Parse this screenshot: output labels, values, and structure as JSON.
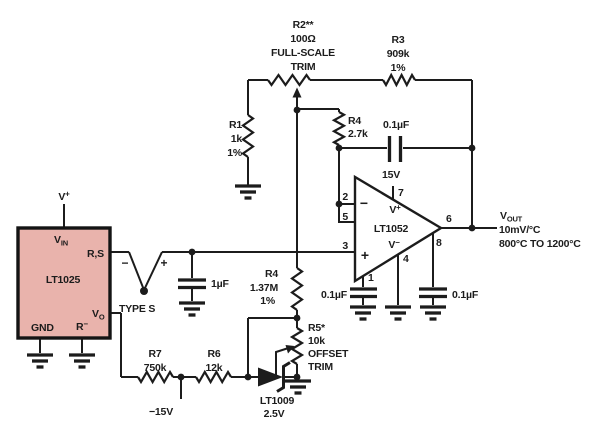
{
  "colors": {
    "background": "#ffffff",
    "wire": "#1c1c1c",
    "lt1025_fill": "#e9b3ac",
    "lt1025_stroke": "#141414",
    "text": "#1c1c1c"
  },
  "supplies": {
    "vplus_base": "V",
    "vplus_sup": "+",
    "pos_15v": "15V",
    "neg_15v": "−15V"
  },
  "lt1025": {
    "part": "LT1025",
    "vin_base": "V",
    "vin_sub": "IN",
    "rs": "R,S",
    "vo_base": "V",
    "vo_sub": "O",
    "gnd": "GND",
    "rneg_base": "R",
    "rneg_sup": "−"
  },
  "thermocouple": {
    "label": "TYPE S",
    "neg": "−",
    "pos": "+"
  },
  "c1": {
    "value": "1µF"
  },
  "c_fb": {
    "value": "0.1µF"
  },
  "c_pin1": {
    "value": "0.1µF"
  },
  "c_pin8": {
    "value": "0.1µF"
  },
  "r1": {
    "ref": "R1",
    "value": "1k",
    "tol": "1%"
  },
  "r2": {
    "ref": "R2**",
    "value": "100Ω",
    "fn1": "FULL-SCALE",
    "fn2": "TRIM"
  },
  "r3": {
    "ref": "R3",
    "value": "909k",
    "tol": "1%"
  },
  "r4a": {
    "ref": "R4",
    "value": "2.7k"
  },
  "r4b": {
    "ref": "R4",
    "value": "1.37M",
    "tol": "1%"
  },
  "r5": {
    "ref": "R5*",
    "value": "10k",
    "fn1": "OFFSET",
    "fn2": "TRIM"
  },
  "r6": {
    "ref": "R6",
    "value": "12k"
  },
  "r7": {
    "ref": "R7",
    "value": "750k"
  },
  "ref1009": {
    "part": "LT1009",
    "value": "2.5V"
  },
  "opamp": {
    "part": "LT1052",
    "supply": "15V",
    "vpos_base": "V",
    "vpos_sup": "+",
    "vneg_base": "V",
    "vneg_sup": "−",
    "inv": "−",
    "noninv": "+",
    "pin1": "1",
    "pin2": "2",
    "pin3": "3",
    "pin4": "4",
    "pin5": "5",
    "pin6": "6",
    "pin7": "7",
    "pin8": "8"
  },
  "output": {
    "vout_base": "V",
    "vout_sub": "OUT",
    "sensitivity": "10mV/°C",
    "range": "800°C TO 1200°C"
  }
}
